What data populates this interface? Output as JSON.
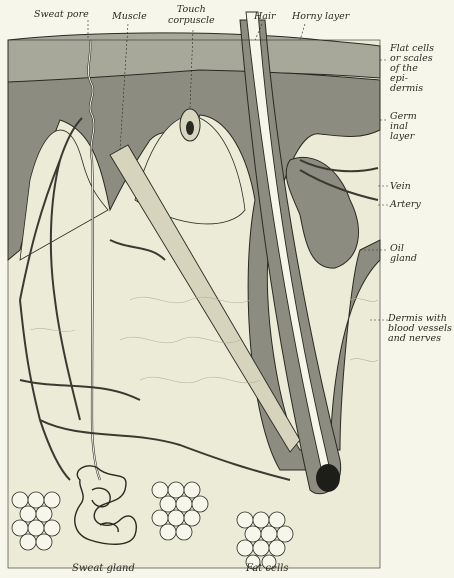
{
  "diagram": {
    "labels_top": {
      "sweat_pore": "Sweat pore",
      "muscle": "Muscle",
      "touch_corpuscle": "Touch\ncorpuscle",
      "hair": "Hair",
      "horny_layer": "Horny layer"
    },
    "labels_right": {
      "flat_cells": "Flat cells\nor scales\nof the\nepi-\ndermis",
      "germinal_layer": "Germ\ninal\nlayer",
      "vein": "Vein",
      "artery": "Artery",
      "oil_gland": "Oil\ngland",
      "dermis": "Dermis with\nblood vessels\nand nerves"
    },
    "labels_bottom": {
      "sweat_gland": "Sweat gland",
      "fat_cells": "Fat cells"
    },
    "colors": {
      "background": "#f6f6ea",
      "epidermis": "#8c8c80",
      "dermis": "#ecebd8",
      "ink": "#2a2a22",
      "vessels": "#6a6a60"
    }
  }
}
